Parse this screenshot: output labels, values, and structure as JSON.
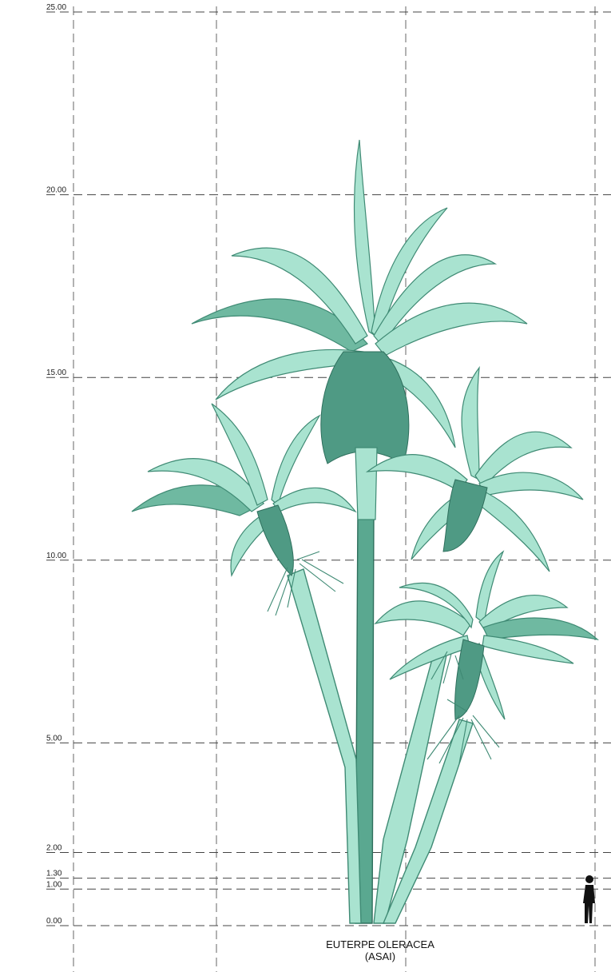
{
  "levels": [
    {
      "label": "25.00",
      "value": 25
    },
    {
      "label": "20.00",
      "value": 20
    },
    {
      "label": "15.00",
      "value": 15
    },
    {
      "label": "10.00",
      "value": 10
    },
    {
      "label": "5.00",
      "value": 5
    },
    {
      "label": "2.00",
      "value": 2
    },
    {
      "label": "1.30",
      "value": 1.3
    },
    {
      "label": "1.00",
      "value": 1
    },
    {
      "label": "0.00",
      "value": 0
    }
  ],
  "caption": {
    "line1": "EUTERPE OLERACEA",
    "line2": "(ASAI)"
  },
  "colors": {
    "foliage": "#a9e3d0",
    "foliage_dark": "#6fb9a1",
    "outline": "#3f8a74",
    "person": "#111111"
  }
}
